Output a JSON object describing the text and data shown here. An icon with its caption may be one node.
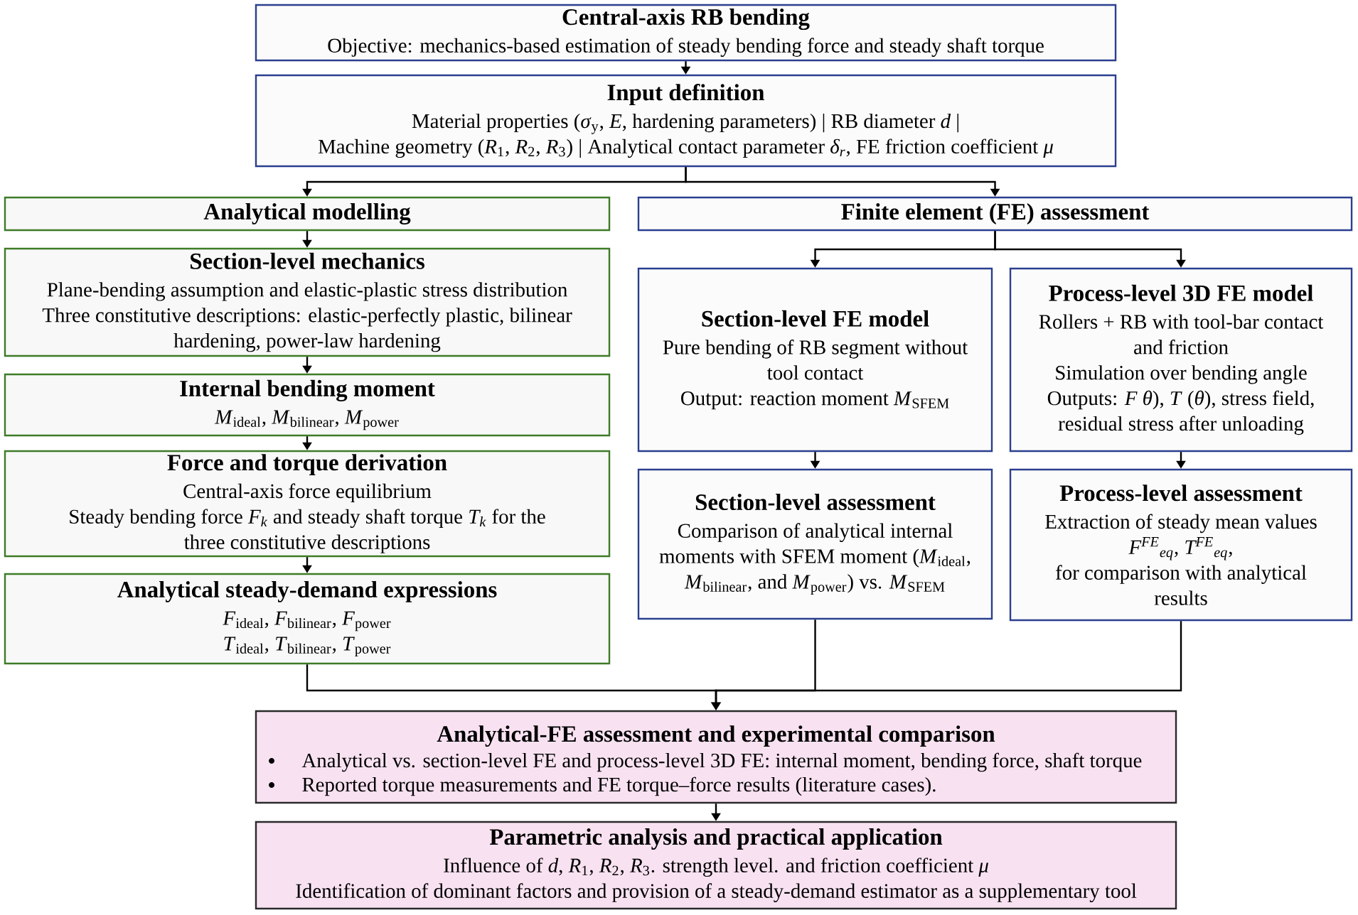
{
  "diagram": {
    "nodes": [
      {
        "text": [
          "Central-axis RB bending",
          "Objective: mechanics-based estimation of steady bending force and steady shaft torque"
        ]
      },
      {
        "text": [
          "Input definition",
          "Material properties (*σ*$_{y}$, *E*, hardening parameters) | RB diameter *d* |",
          "Machine geometry (*R*$_{1}$, *R*$_{2}$, *R*$_{3}$) | Analytical contact parameter *δ$_{r}$*, FE friction coefficient *μ*"
        ]
      },
      {
        "text": [
          "Analytical modelling"
        ]
      },
      {
        "text": [
          "Finite element (FE) assessment"
        ]
      },
      {
        "text": [
          "Section-level mechanics",
          "Plane-bending assumption and elastic-plastic stress distribution",
          "Three constitutive descriptions: elastic-perfectly plastic, bilinear hardening, power-law hardening"
        ]
      },
      {
        "text": [
          "Internal bending moment",
          "*M*$_{ideal}$, *M*$_{bilinear}$, *M*$_{power}$"
        ]
      },
      {
        "text": [
          "Force and torque derivation",
          "Central-axis force equilibrium",
          "Steady bending force *F$_{k}$* and steady shaft torque *T$_{k}$* for the three constitutive descriptions"
        ]
      },
      {
        "text": [
          "Analytical steady-demand expressions",
          "*F*$_{ideal}$, *F*$_{bilinear}$, *F*$_{power}$",
          "*T*$_{ideal}$, *T*$_{bilinear}$, *T*$_{power}$"
        ]
      },
      {
        "text": [
          "Section-level FE model",
          "Pure bending of RB segment without tool contact",
          "Output: reaction moment *M*$_{SFEM}$"
        ]
      },
      {
        "text": [
          "Process-level 3D FE model",
          "Rollers + RB with tool-bar contact and friction",
          "Simulation over bending angle",
          "Outputs: *F θ*), *T* (*θ*), stress field, residual stress after unloading"
        ]
      },
      {
        "text": [
          "Section-level assessment",
          "Comparison of analytical internal moments with SFEM moment (*M*$_{ideal}$, *M*$_{bilinear}$, and *M*$_{power}$) vs. *M*$_{SFEM}$"
        ]
      },
      {
        "text": [
          "Process-level assessment",
          "Extraction of steady mean values",
          "*F$^{FE}$$_{eq}$*, *T$^{FE}$$_{eq}$*,",
          "for comparison with analytical results"
        ]
      },
      {
        "text": [
          "Analytical-FE assessment and experimental comparison",
          "Analytical vs. section-level FE and process-level 3D FE: internal moment, bending force, shaft torque",
          "Reported torque measurements and FE torque–force results (literature cases)."
        ]
      },
      {
        "text": [
          "Parametric analysis and practical application",
          "Influence of *d*, *R*$_{1}$, *R*$_{2}$, *R*$_{3}$. strength level. and friction coefficient *μ*",
          "Identification of dominant factors and provision of a steady-demand estimator as a supplementary tool"
        ]
      }
    ],
    "edges": [
      {
        "from": 0,
        "to": 1,
        "arrow": "to"
      },
      {
        "from": 1,
        "to": 2,
        "arrow": "to"
      },
      {
        "from": 1,
        "to": 3,
        "arrow": "to"
      },
      {
        "from": 2,
        "to": 4,
        "arrow": "to"
      },
      {
        "from": 4,
        "to": 5,
        "arrow": "to"
      },
      {
        "from": 5,
        "to": 6,
        "arrow": "to"
      },
      {
        "from": 6,
        "to": 7,
        "arrow": "to"
      },
      {
        "from": 3,
        "to": 8,
        "arrow": "to"
      },
      {
        "from": 3,
        "to": 9,
        "arrow": "to"
      },
      {
        "from": 8,
        "to": 10,
        "arrow": "to"
      },
      {
        "from": 9,
        "to": 11,
        "arrow": "to"
      },
      {
        "from": 7,
        "to": 12,
        "arrow": "to"
      },
      {
        "from": 10,
        "to": 12,
        "arrow": "to"
      },
      {
        "from": 11,
        "to": 12,
        "arrow": "to"
      },
      {
        "from": 12,
        "to": 13,
        "arrow": "to"
      }
    ]
  }
}
